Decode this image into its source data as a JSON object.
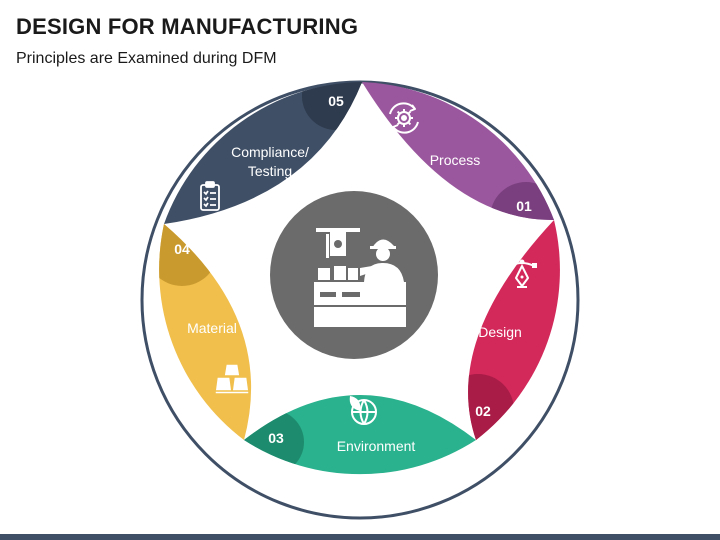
{
  "header": {
    "title": "DESIGN FOR MANUFACTURING",
    "subtitle": "Principles are Examined during DFM"
  },
  "center": {
    "icon": "factory-worker-icon"
  },
  "segments": [
    {
      "number": "01",
      "label": "Process",
      "icon": "gear-cycle-icon",
      "color": "#9b579e"
    },
    {
      "number": "02",
      "label": "Design",
      "icon": "pen-tool-icon",
      "color": "#d2285a"
    },
    {
      "number": "03",
      "label": "Environment",
      "icon": "eco-globe-icon",
      "color": "#2ab18d"
    },
    {
      "number": "04",
      "label": "Material",
      "icon": "material-stack-icon",
      "color": "#f0bf4c"
    },
    {
      "number": "05",
      "label": "Compliance/",
      "label_line2": "Testing",
      "icon": "clipboard-icon",
      "color": "#3f4f66"
    }
  ]
}
